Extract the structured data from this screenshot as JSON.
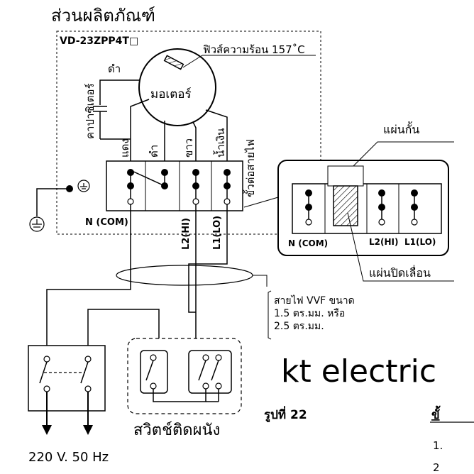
{
  "product_label": "ส่วนผลิตภัณฑ์",
  "model": "VD-23ZPP4T□",
  "fuse_label": "ฟิวส์ความร้อน 157˚C",
  "motor_label": "มอเตอร์",
  "black_wire_top": "ดำ",
  "capacitor_label": "คาปาซิเตอร์",
  "terminal_wires": {
    "red": "แดง",
    "black": "ดำ",
    "white": "ขาว",
    "blue": "น้ำเงิน"
  },
  "terminal_block_label": "ขั้วต่อสายไฟ",
  "terminals": {
    "ncom": "N (COM)",
    "l2": "L2(HI)",
    "l1": "L1(LO)"
  },
  "inset": {
    "partition_label": "แผ่นกั้น",
    "slide_cover_label": "แผ่นปิดเลื่อน",
    "ncom": "N (COM)",
    "l2": "L2(HI)",
    "l1": "L1(LO)"
  },
  "vvf_lines": [
    "สายไฟ VVF ขนาด",
    "1.5 ตร.มม. หรือ",
    "2.5 ตร.มม."
  ],
  "wall_switch_label": "สวิตช์ติดผนัง",
  "power_label": "220 V. 50 Hz",
  "watermark": "kt electric",
  "figure_label": "รูปที่ 22",
  "steps_heading": "ขั้",
  "step_numbers": [
    "1.",
    "2"
  ]
}
